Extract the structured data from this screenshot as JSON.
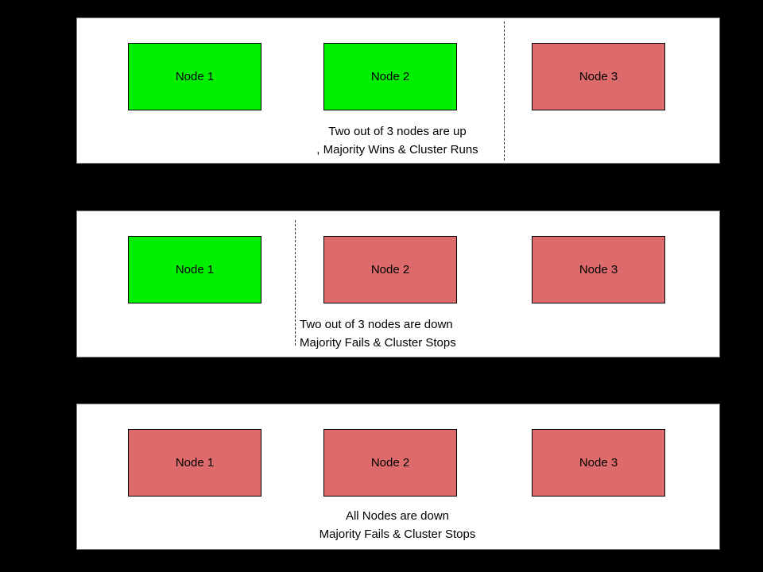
{
  "background_color": "#000000",
  "panel_background": "#ffffff",
  "colors": {
    "node_up": "#00ee00",
    "node_down": "#dd6b6b",
    "node_border": "#000000",
    "panel_border": "#7f7f7f",
    "divider": "#333333",
    "text": "#000000"
  },
  "diagram": {
    "type": "cluster-quorum-scenarios",
    "panels": [
      {
        "id": "scenario-majority-up",
        "nodes": [
          {
            "label": "Node 1",
            "state": "up"
          },
          {
            "label": "Node 2",
            "state": "up"
          },
          {
            "label": "Node 3",
            "state": "down"
          }
        ],
        "divider_after_node_index": 1,
        "has_divider": true,
        "caption_lines": [
          "Two out of 3 nodes are up",
          ", Majority Wins & Cluster Runs"
        ]
      },
      {
        "id": "scenario-majority-down",
        "nodes": [
          {
            "label": "Node 1",
            "state": "up"
          },
          {
            "label": "Node 2",
            "state": "down"
          },
          {
            "label": "Node 3",
            "state": "down"
          }
        ],
        "divider_after_node_index": 0,
        "has_divider": true,
        "caption_lines": [
          "Two out of 3 nodes are down",
          "Majority Fails & Cluster Stops"
        ]
      },
      {
        "id": "scenario-all-down",
        "nodes": [
          {
            "label": "Node 1",
            "state": "down"
          },
          {
            "label": "Node 2",
            "state": "down"
          },
          {
            "label": "Node 3",
            "state": "down"
          }
        ],
        "has_divider": false,
        "caption_lines": [
          "All Nodes are down",
          "Majority Fails & Cluster Stops"
        ]
      }
    ]
  }
}
